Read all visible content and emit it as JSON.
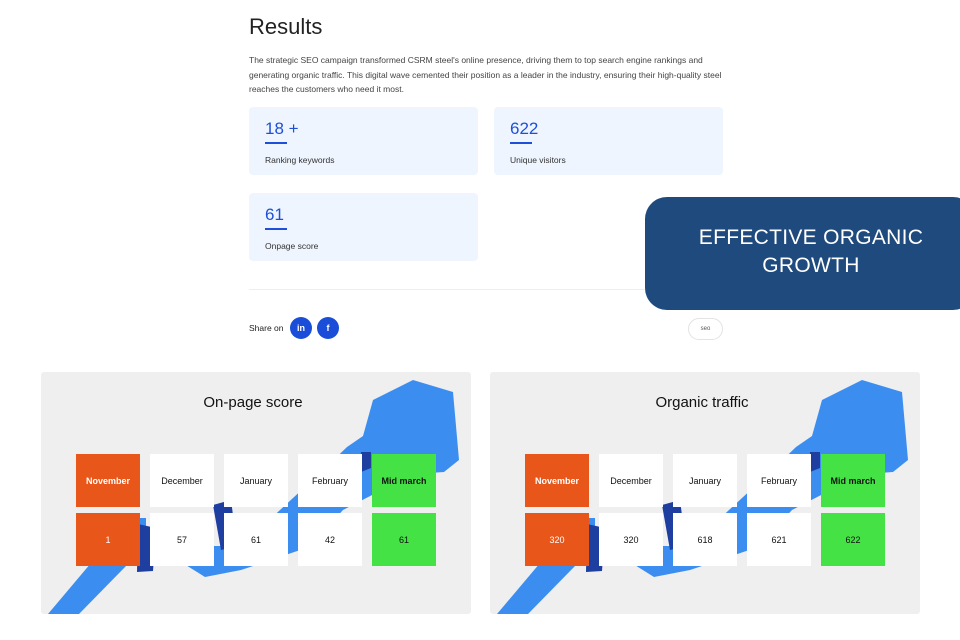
{
  "results": {
    "title": "Results",
    "description": "The strategic SEO campaign transformed CSRM steel's online presence, driving them to top search engine rankings and generating organic traffic. This digital wave cemented their position as a leader in the industry, ensuring their high-quality steel reaches the customers who need it most."
  },
  "stats": [
    {
      "value": "18 +",
      "label": "Ranking keywords"
    },
    {
      "value": "622",
      "label": "Unique visitors"
    },
    {
      "value": "61",
      "label": "Onpage score"
    }
  ],
  "share": {
    "label": "Share on",
    "linkedin": "in",
    "facebook": "f"
  },
  "tag": "seo",
  "banner": {
    "line1": "EFFECTIVE ORGANIC",
    "line2": "GROWTH"
  },
  "colors": {
    "accent": "#1d4fd8",
    "banner": "#1f4a7e",
    "orange": "#e8561a",
    "green": "#44e244",
    "arrow": "#3b8ef0"
  },
  "panels": [
    {
      "title": "On-page score",
      "months": [
        "November",
        "December",
        "January",
        "February",
        "Mid march"
      ],
      "values": [
        "1",
        "57",
        "61",
        "42",
        "61"
      ]
    },
    {
      "title": "Organic traffic",
      "months": [
        "November",
        "December",
        "January",
        "February",
        "Mid march"
      ],
      "values": [
        "320",
        "320",
        "618",
        "621",
        "622"
      ]
    }
  ]
}
